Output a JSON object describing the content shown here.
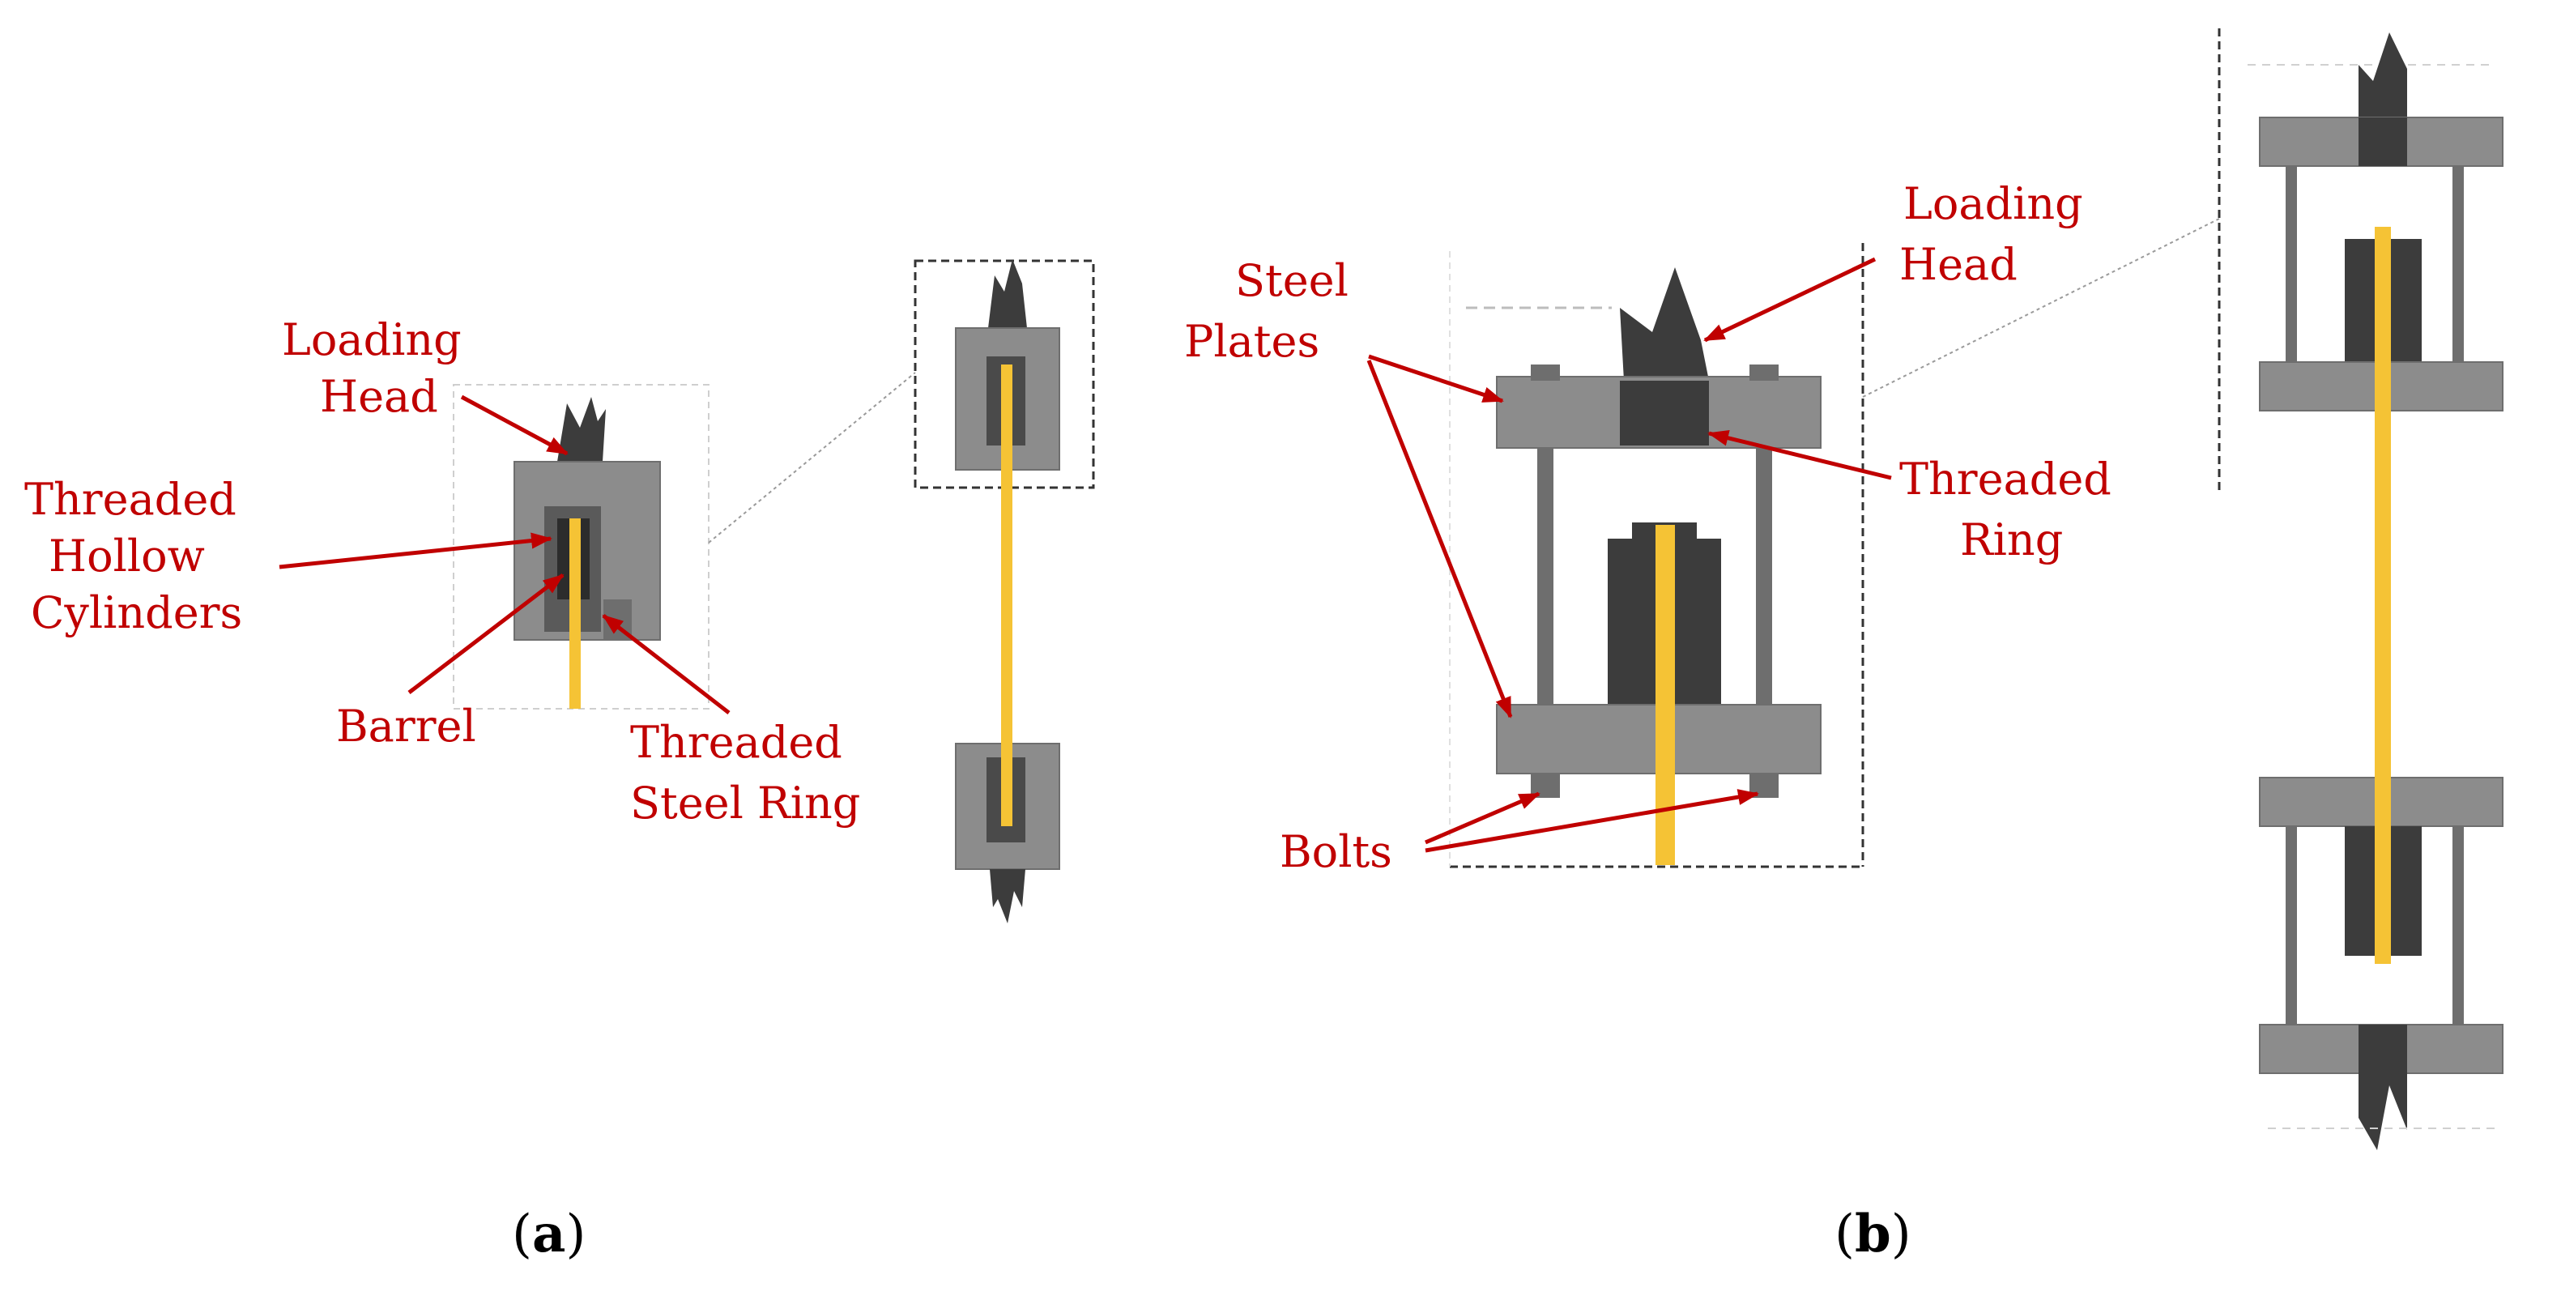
{
  "panel_a": {
    "labels": {
      "loading_head_1": "Loading",
      "loading_head_2": "Head",
      "hollow_cyl_1": "Threaded",
      "hollow_cyl_2": "Hollow",
      "hollow_cyl_3": "Cylinders",
      "barrel": "Barrel",
      "steel_ring_1": "Threaded",
      "steel_ring_2": "Steel Ring"
    },
    "caption_open": "(",
    "caption_letter": "a",
    "caption_close": ")"
  },
  "panel_b": {
    "labels": {
      "steel_plates_1": "Steel",
      "steel_plates_2": "Plates",
      "loading_head_1": "Loading",
      "loading_head_2": "Head",
      "threaded_ring_1": "Threaded",
      "threaded_ring_2": "Ring",
      "bolts": "Bolts"
    },
    "caption_open": "(",
    "caption_letter": "b",
    "caption_close": ")"
  },
  "colors": {
    "label_red": "#c00000",
    "steel_grey": "#8c8c8c",
    "dark_grey": "#3c3c3c",
    "rod_yellow": "#f5c335"
  }
}
